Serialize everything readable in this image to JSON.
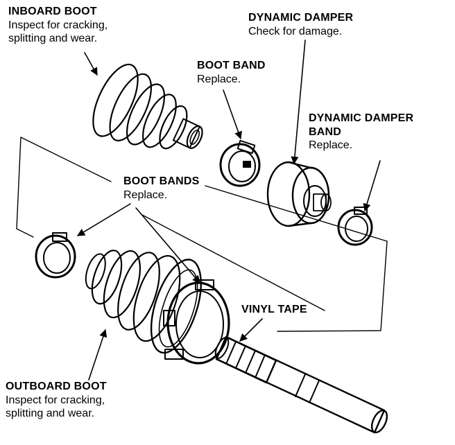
{
  "labels": {
    "inboard_boot": {
      "title": "INBOARD BOOT",
      "line1": "Inspect for cracking,",
      "line2": "splitting and wear."
    },
    "dynamic_damper": {
      "title": "DYNAMIC DAMPER",
      "line1": "Check for damage."
    },
    "boot_band": {
      "title": "BOOT BAND",
      "line1": "Replace."
    },
    "dynamic_damper_band": {
      "title1": "DYNAMIC DAMPER",
      "title2": "BAND",
      "line1": "Replace."
    },
    "boot_bands": {
      "title": "BOOT BANDS",
      "line1": "Replace."
    },
    "vinyl_tape": {
      "title": "VINYL TAPE"
    },
    "outboard_boot": {
      "title": "OUTBOARD BOOT",
      "line1": "Inspect for cracking,",
      "line2": "splitting and wear."
    }
  },
  "colors": {
    "ink": "#000000",
    "paper": "#ffffff"
  }
}
